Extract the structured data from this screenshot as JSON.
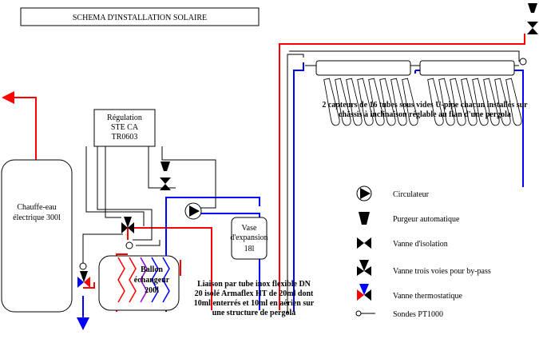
{
  "title": "SCHEMA D'INSTALLATION SOLAIRE",
  "regulation": {
    "line1": "Régulation",
    "line2": "STE CA",
    "line3": "TR0603"
  },
  "chauffe_eau": {
    "line1": "Chauffe-eau",
    "line2": "électrique 300l"
  },
  "vase": {
    "line1": "Vase",
    "line2": "d'expansion",
    "line3": "18l"
  },
  "ballon": {
    "line1": "Ballon",
    "line2": "échangeur",
    "line3": "200l"
  },
  "capteurs_text": {
    "line1": "2 capteurs de 16 tubes sous vides U-pipe chacun installés sur",
    "line2": "châssis à inclinaison réglable au flan d'une pergola"
  },
  "liaison_text": {
    "line1": "Liaison par tube inox flexible DN",
    "line2": "20 isolé Armaflex HT de 20ml dont",
    "line3": "10ml enterrés et 10ml en aérien sur",
    "line4": "une structure de pergola"
  },
  "legend": [
    {
      "icon": "circulator-icon",
      "label": "Circulateur"
    },
    {
      "icon": "air-vent-icon",
      "label": "Purgeur automatique"
    },
    {
      "icon": "isolation-valve-icon",
      "label": "Vanne d'isolation"
    },
    {
      "icon": "three-way-valve-icon",
      "label": "Vanne trois voies pour by-pass"
    },
    {
      "icon": "thermostatic-valve-icon",
      "label": "Vanne thermostatique"
    },
    {
      "icon": "pt1000-sensor-icon",
      "label": "Sondes PT1000"
    }
  ],
  "colors": {
    "hot": "#ff0000",
    "cold": "#0000ff",
    "line": "#000000"
  }
}
